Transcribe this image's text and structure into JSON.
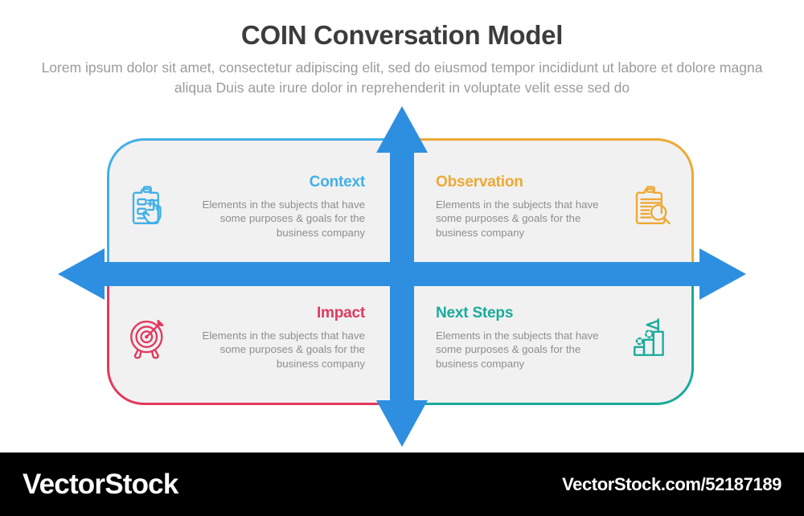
{
  "header": {
    "title": "COIN Conversation Model",
    "subtitle": "Lorem ipsum dolor sit amet, consectetur adipiscing elit, sed do eiusmod tempor incididunt ut labore et dolore magna aliqua Duis aute irure dolor in reprehenderit in voluptate velit esse sed do"
  },
  "colors": {
    "context": "#41b0e8",
    "observation": "#eda935",
    "impact": "#e2395e",
    "next_steps": "#1aab9b",
    "arrow": "#2e8fe0",
    "card_fill": "#f1f1f1",
    "title_text": "#3c3c3c",
    "body_text": "#8e8e8e"
  },
  "quadrants": [
    {
      "id": "context",
      "title": "Context",
      "description": "Elements in the subjects that have  some purposes & goals for the  business company",
      "icon": "clipboard-hand-icon",
      "color": "#41b0e8"
    },
    {
      "id": "observation",
      "title": "Observation",
      "description": "Elements in the subjects that have  some purposes & goals for the  business company",
      "icon": "clipboard-magnifier-icon",
      "color": "#eda935"
    },
    {
      "id": "impact",
      "title": "Impact",
      "description": "Elements in the subjects that have  some purposes & goals for the  business company",
      "icon": "target-dart-icon",
      "color": "#e2395e"
    },
    {
      "id": "next-steps",
      "title": "Next Steps",
      "description": "Elements in the subjects that have  some purposes & goals for the  business company",
      "icon": "bar-chart-flag-icon",
      "color": "#1aab9b"
    }
  ],
  "arrows": [
    {
      "id": "horizontal-double-arrow",
      "icon": "double-arrow-horizontal-icon",
      "color": "#2e8fe0"
    },
    {
      "id": "vertical-double-arrow",
      "icon": "double-arrow-vertical-icon",
      "color": "#2e8fe0"
    }
  ],
  "footer": {
    "brand": "VectorStock",
    "url": "VectorStock.com/52187189"
  }
}
